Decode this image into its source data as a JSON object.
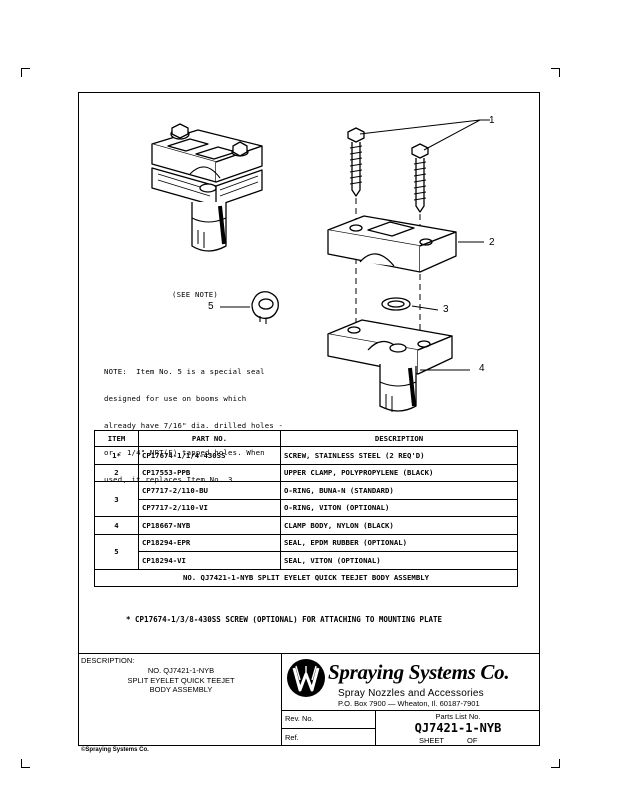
{
  "drawing": {
    "callouts": [
      "1",
      "2",
      "3",
      "4",
      "5"
    ],
    "see_note": "(SEE NOTE)",
    "note_lines": [
      "NOTE:  Item No. 5 is a special seal",
      "designed for use on booms which",
      "already have 7/16\" dia. drilled holes -",
      "or - 1/4\" NPT(F) tapped holes. When",
      "used, it replaces Item No. 3"
    ]
  },
  "parts_table": {
    "headers": {
      "item": "ITEM",
      "part_no": "PART NO.",
      "description": "DESCRIPTION"
    },
    "rows": [
      {
        "item": "1*",
        "part_no": "CP17674-1/1/4-430SS",
        "description": "SCREW, STAINLESS STEEL (2 REQ'D)"
      },
      {
        "item": "2",
        "part_no": "CP17553-PPB",
        "description": "UPPER CLAMP, POLYPROPYLENE (BLACK)"
      },
      {
        "item": "3",
        "part_no": "CP7717-2/110-BU",
        "description": "O-RING, BUNA-N (STANDARD)"
      },
      {
        "item": "",
        "part_no": "CP7717-2/110-VI",
        "description": "O-RING, VITON (OPTIONAL)"
      },
      {
        "item": "4",
        "part_no": "CP18667-NYB",
        "description": "CLAMP BODY, NYLON (BLACK)"
      },
      {
        "item": "5",
        "part_no": "CP18294-EPR",
        "description": "SEAL, EPDM RUBBER (OPTIONAL)"
      },
      {
        "item": "",
        "part_no": "CP18294-VI",
        "description": "SEAL, VITON (OPTIONAL)"
      }
    ],
    "title_row": "NO. QJ7421-1-NYB  SPLIT EYELET QUICK TEEJET BODY ASSEMBLY"
  },
  "footnote": "* CP17674-1/3/8-430SS SCREW (OPTIONAL) FOR ATTACHING TO MOUNTING PLATE",
  "title_block": {
    "description_label": "DESCRIPTION:",
    "description_lines": [
      "NO. QJ7421-1-NYB",
      "SPLIT EYELET QUICK TEEJET",
      "BODY ASSEMBLY"
    ],
    "company": "Spraying Systems Co.",
    "tagline": "Spray Nozzles and Accessories",
    "address": "P.O. Box 7900 — Wheaton, Il. 60187-7901",
    "rev_label": "Rev. No.",
    "ref_label": "Ref.",
    "parts_list_label": "Parts List No.",
    "parts_list_no": "QJ7421-1-NYB",
    "sheet_label": "SHEET",
    "of_label": "OF"
  },
  "copyright": "©Spraying Systems Co."
}
